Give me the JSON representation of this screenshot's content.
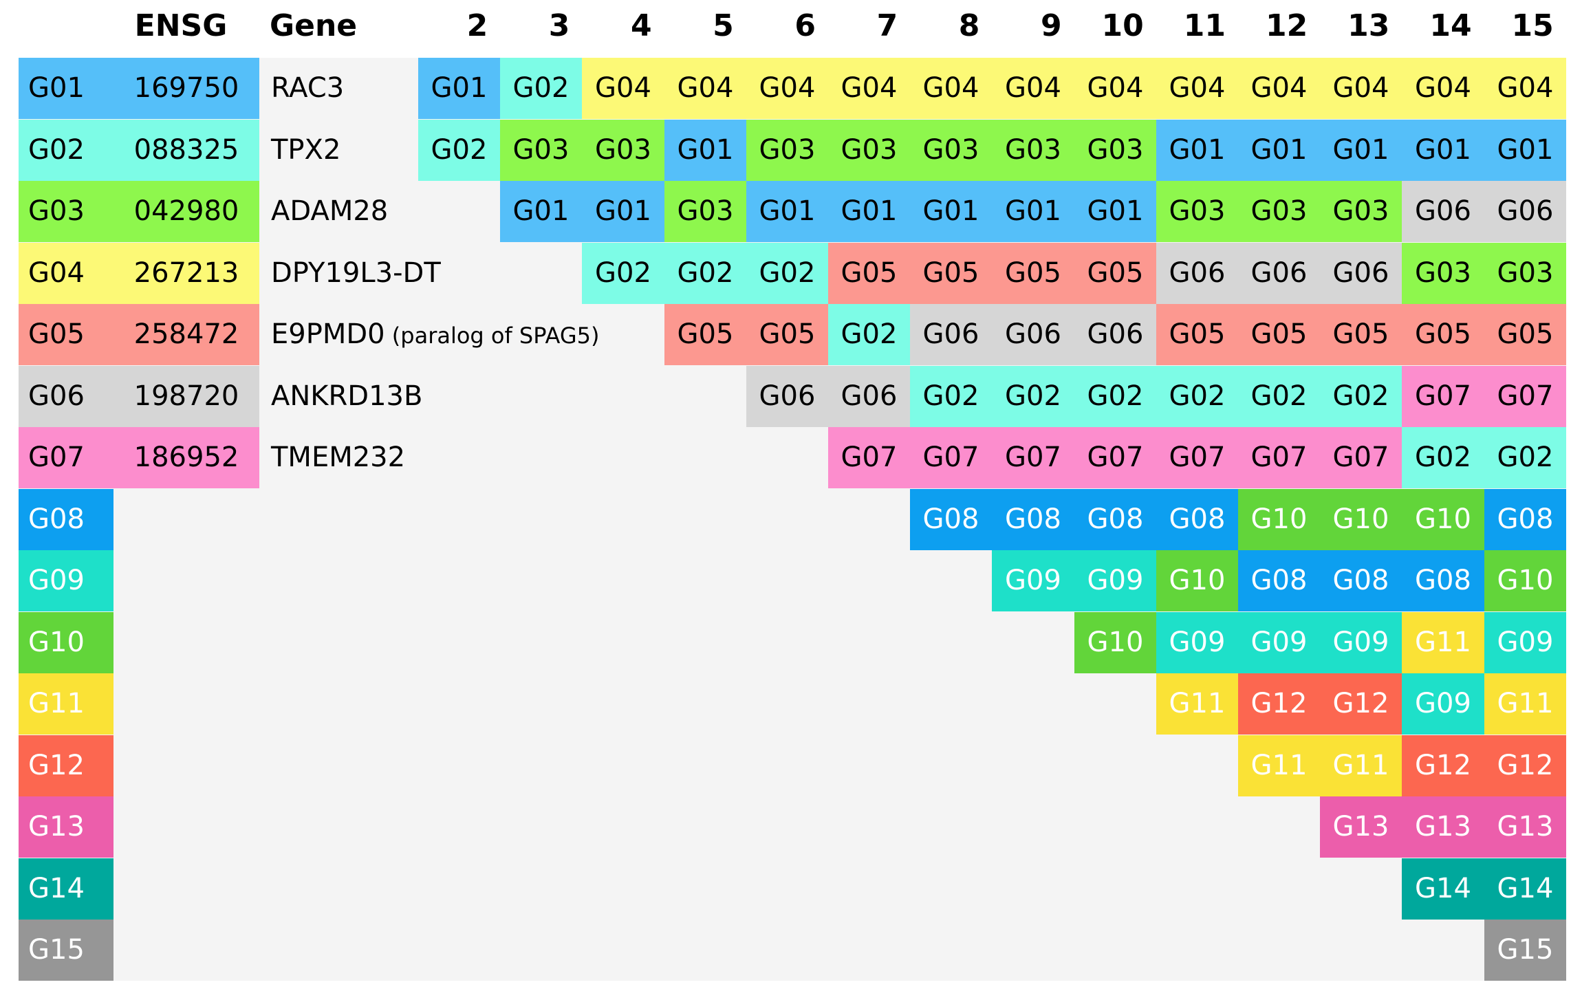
{
  "headers": {
    "ensg": "ENSG",
    "gene": "Gene",
    "columns": [
      "2",
      "3",
      "4",
      "5",
      "6",
      "7",
      "8",
      "9",
      "10",
      "11",
      "12",
      "13",
      "14",
      "15"
    ]
  },
  "colors": {
    "G01": {
      "bg": "#55bff9",
      "fg": "#000000"
    },
    "G02": {
      "bg": "#7dfce6",
      "fg": "#000000"
    },
    "G03": {
      "bg": "#8ef74d",
      "fg": "#000000"
    },
    "G04": {
      "bg": "#fcf976",
      "fg": "#000000"
    },
    "G05": {
      "bg": "#fc9890",
      "fg": "#000000"
    },
    "G06": {
      "bg": "#d6d6d6",
      "fg": "#000000"
    },
    "G07": {
      "bg": "#fc8dcd",
      "fg": "#000000"
    },
    "G08": {
      "bg": "#0d9ff0",
      "fg": "#ffffff"
    },
    "G09": {
      "bg": "#1ee0c9",
      "fg": "#ffffff"
    },
    "G10": {
      "bg": "#62d53a",
      "fg": "#ffffff"
    },
    "G11": {
      "bg": "#fae236",
      "fg": "#ffffff"
    },
    "G12": {
      "bg": "#fc6750",
      "fg": "#ffffff"
    },
    "G13": {
      "bg": "#ec5eab",
      "fg": "#ffffff"
    },
    "G14": {
      "bg": "#00a89c",
      "fg": "#ffffff"
    },
    "G15": {
      "bg": "#969696",
      "fg": "#ffffff"
    }
  },
  "groups": [
    {
      "id": "G01",
      "ensg": "169750",
      "gene": "RAC3",
      "note": ""
    },
    {
      "id": "G02",
      "ensg": "088325",
      "gene": "TPX2",
      "note": ""
    },
    {
      "id": "G03",
      "ensg": "042980",
      "gene": "ADAM28",
      "note": ""
    },
    {
      "id": "G04",
      "ensg": "267213",
      "gene": "DPY19L3-DT",
      "note": ""
    },
    {
      "id": "G05",
      "ensg": "258472",
      "gene": "E9PMD0",
      "note": "(paralog of SPAG5)"
    },
    {
      "id": "G06",
      "ensg": "198720",
      "gene": "ANKRD13B",
      "note": ""
    },
    {
      "id": "G07",
      "ensg": "186952",
      "gene": "TMEM232",
      "note": ""
    },
    {
      "id": "G08"
    },
    {
      "id": "G09"
    },
    {
      "id": "G10"
    },
    {
      "id": "G11"
    },
    {
      "id": "G12"
    },
    {
      "id": "G13"
    },
    {
      "id": "G14"
    },
    {
      "id": "G15"
    }
  ],
  "matrix": [
    [
      "G01",
      "G02",
      "G04",
      "G04",
      "G04",
      "G04",
      "G04",
      "G04",
      "G04",
      "G04",
      "G04",
      "G04",
      "G04",
      "G04"
    ],
    [
      "G02",
      "G03",
      "G03",
      "G01",
      "G03",
      "G03",
      "G03",
      "G03",
      "G03",
      "G01",
      "G01",
      "G01",
      "G01",
      "G01"
    ],
    [
      null,
      "G01",
      "G01",
      "G03",
      "G01",
      "G01",
      "G01",
      "G01",
      "G01",
      "G03",
      "G03",
      "G03",
      "G06",
      "G06"
    ],
    [
      null,
      null,
      "G02",
      "G02",
      "G02",
      "G05",
      "G05",
      "G05",
      "G05",
      "G06",
      "G06",
      "G06",
      "G03",
      "G03"
    ],
    [
      null,
      null,
      null,
      "G05",
      "G05",
      "G02",
      "G06",
      "G06",
      "G06",
      "G05",
      "G05",
      "G05",
      "G05",
      "G05"
    ],
    [
      null,
      null,
      null,
      null,
      "G06",
      "G06",
      "G02",
      "G02",
      "G02",
      "G02",
      "G02",
      "G02",
      "G07",
      "G07"
    ],
    [
      null,
      null,
      null,
      null,
      null,
      "G07",
      "G07",
      "G07",
      "G07",
      "G07",
      "G07",
      "G07",
      "G02",
      "G02"
    ],
    [
      null,
      null,
      null,
      null,
      null,
      null,
      "G08",
      "G08",
      "G08",
      "G08",
      "G10",
      "G10",
      "G10",
      "G08"
    ],
    [
      null,
      null,
      null,
      null,
      null,
      null,
      null,
      "G09",
      "G09",
      "G10",
      "G08",
      "G08",
      "G08",
      "G10"
    ],
    [
      null,
      null,
      null,
      null,
      null,
      null,
      null,
      null,
      "G10",
      "G09",
      "G09",
      "G09",
      "G11",
      "G09"
    ],
    [
      null,
      null,
      null,
      null,
      null,
      null,
      null,
      null,
      null,
      "G11",
      "G12",
      "G12",
      "G09",
      "G11"
    ],
    [
      null,
      null,
      null,
      null,
      null,
      null,
      null,
      null,
      null,
      null,
      "G11",
      "G11",
      "G12",
      "G12"
    ],
    [
      null,
      null,
      null,
      null,
      null,
      null,
      null,
      null,
      null,
      null,
      null,
      "G13",
      "G13",
      "G13"
    ],
    [
      null,
      null,
      null,
      null,
      null,
      null,
      null,
      null,
      null,
      null,
      null,
      null,
      "G14",
      "G14"
    ],
    [
      null,
      null,
      null,
      null,
      null,
      null,
      null,
      null,
      null,
      null,
      null,
      null,
      null,
      "G15"
    ]
  ]
}
